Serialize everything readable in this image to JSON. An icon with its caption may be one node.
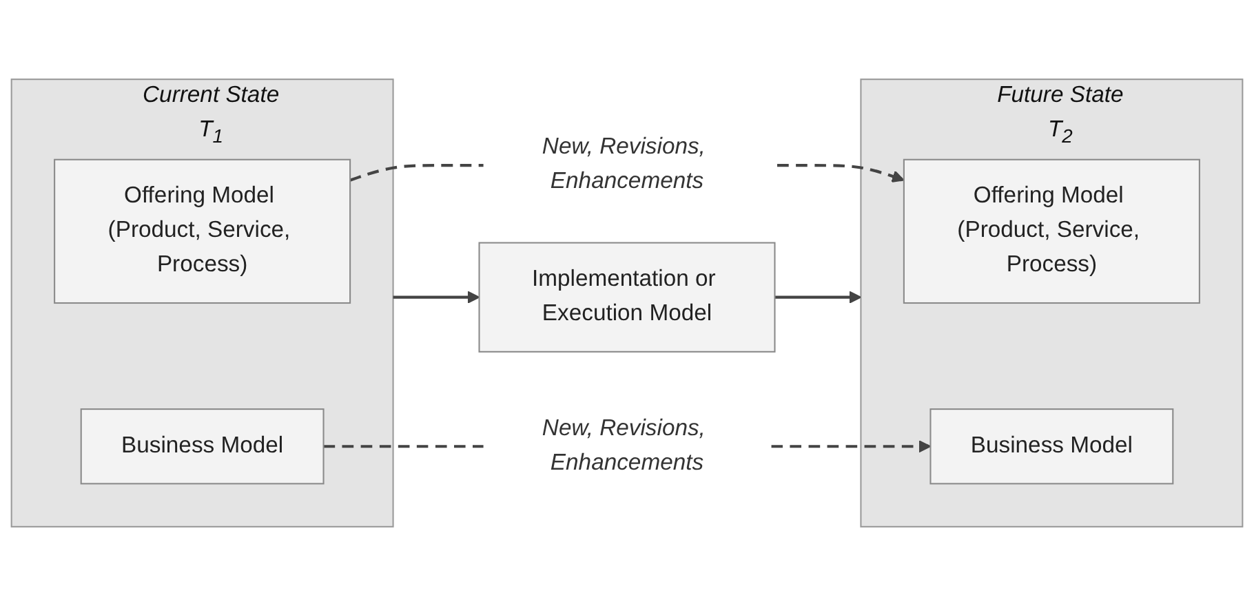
{
  "diagram": {
    "nodes": [
      {
        "text": [
          "Current State",
          "T$_{1}$"
        ]
      },
      {
        "text": [
          "Offering Model (Product, Service, Process)"
        ],
        "in": 0
      },
      {
        "text": [
          "Business Model"
        ],
        "in": 0
      },
      {
        "text": [
          "Implementation or Execution Model"
        ]
      },
      {
        "text": [
          "Future State",
          "T$_{2}$"
        ]
      },
      {
        "text": [
          "Offering Model (Product, Service, Process)"
        ],
        "in": 4
      },
      {
        "text": [
          "Business Model"
        ],
        "in": 4
      }
    ],
    "edges": [
      {
        "from": 1,
        "to": 5,
        "arrow": "to",
        "label": "New, Revisions, Enhancements",
        "style": "dashed"
      },
      {
        "from": 0,
        "to": 3,
        "arrow": "to"
      },
      {
        "from": 3,
        "to": 4,
        "arrow": "to"
      },
      {
        "from": 2,
        "to": 6,
        "arrow": "to",
        "label": "New, Revisions, Enhancements",
        "style": "dashed"
      }
    ]
  }
}
